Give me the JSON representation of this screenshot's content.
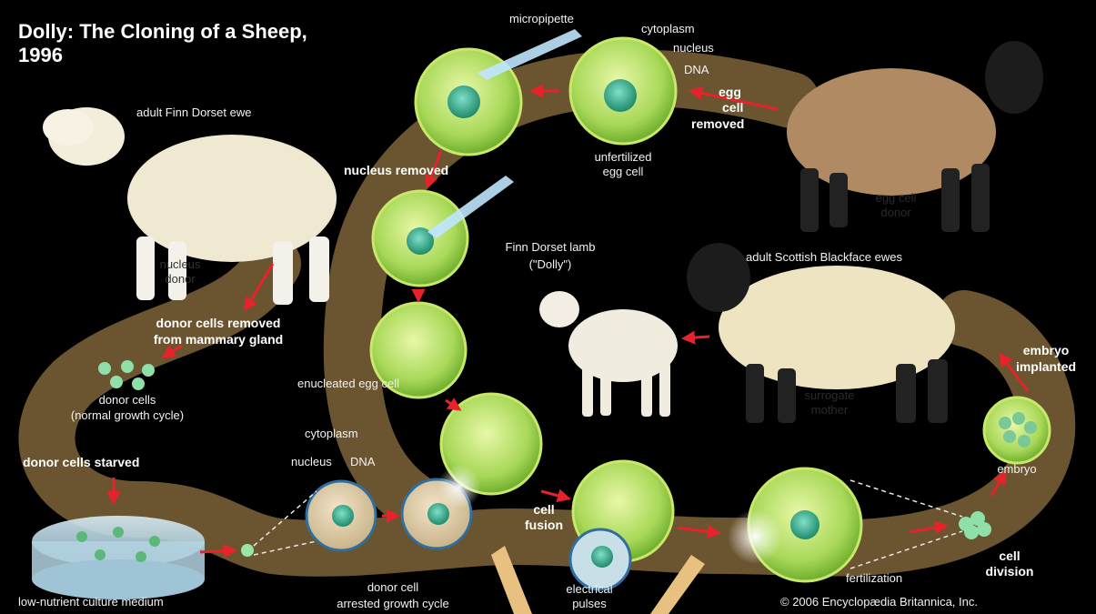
{
  "title_line1": "Dolly: The Cloning of a Sheep,",
  "title_line2": "1996",
  "labels": {
    "micropipette": "micropipette",
    "cytoplasm_top": "cytoplasm",
    "nucleus_top": "nucleus",
    "dna_top": "DNA",
    "egg_cell": "egg",
    "egg_cell_2": "cell",
    "removed": "removed",
    "unfertilized_1": "unfertilized",
    "unfertilized_2": "egg cell",
    "adult_finn": "adult Finn Dorset ewe",
    "nucleus_removed": "nucleus removed",
    "egg_donor_1": "egg cell",
    "egg_donor_2": "donor",
    "finn_lamb_1": "Finn Dorset lamb",
    "finn_lamb_2": "(\"Dolly\")",
    "adult_scottish": "adult Scottish Blackface ewes",
    "nucleus_donor_1": "nucleus",
    "nucleus_donor_2": "donor",
    "donor_removed_1": "donor cells removed",
    "donor_removed_2": "from mammary gland",
    "embryo_implanted_1": "embryo",
    "embryo_implanted_2": "implanted",
    "donor_cells_1": "donor cells",
    "donor_cells_2": "(normal growth cycle)",
    "enucleated": "enucleated egg cell",
    "surrogate_1": "surrogate",
    "surrogate_2": "mother",
    "cytoplasm_bottom": "cytoplasm",
    "nucleus_bottom": "nucleus",
    "dna_bottom": "DNA",
    "donor_starved": "donor cells starved",
    "cell_fusion_1": "cell",
    "cell_fusion_2": "fusion",
    "embryo": "embryo",
    "cell_division_1": "cell",
    "cell_division_2": "division",
    "fertilization": "fertilization",
    "low_nutrient": "low-nutrient culture medium",
    "donor_cell_1": "donor cell",
    "donor_cell_2": "arrested growth cycle",
    "electrical_1": "electrical",
    "electrical_2": "pulses",
    "copyright": "© 2006 Encyclopædia Britannica, Inc."
  },
  "colors": {
    "background": "#000000",
    "path": "#6b5530",
    "cell_fill": "#b8e06a",
    "cell_stroke": "#d4f07a",
    "arrow": "#e8222a",
    "wool_white": "#efe9d2",
    "wool_brown": "#b08a62",
    "text": "#f2f2f2"
  }
}
